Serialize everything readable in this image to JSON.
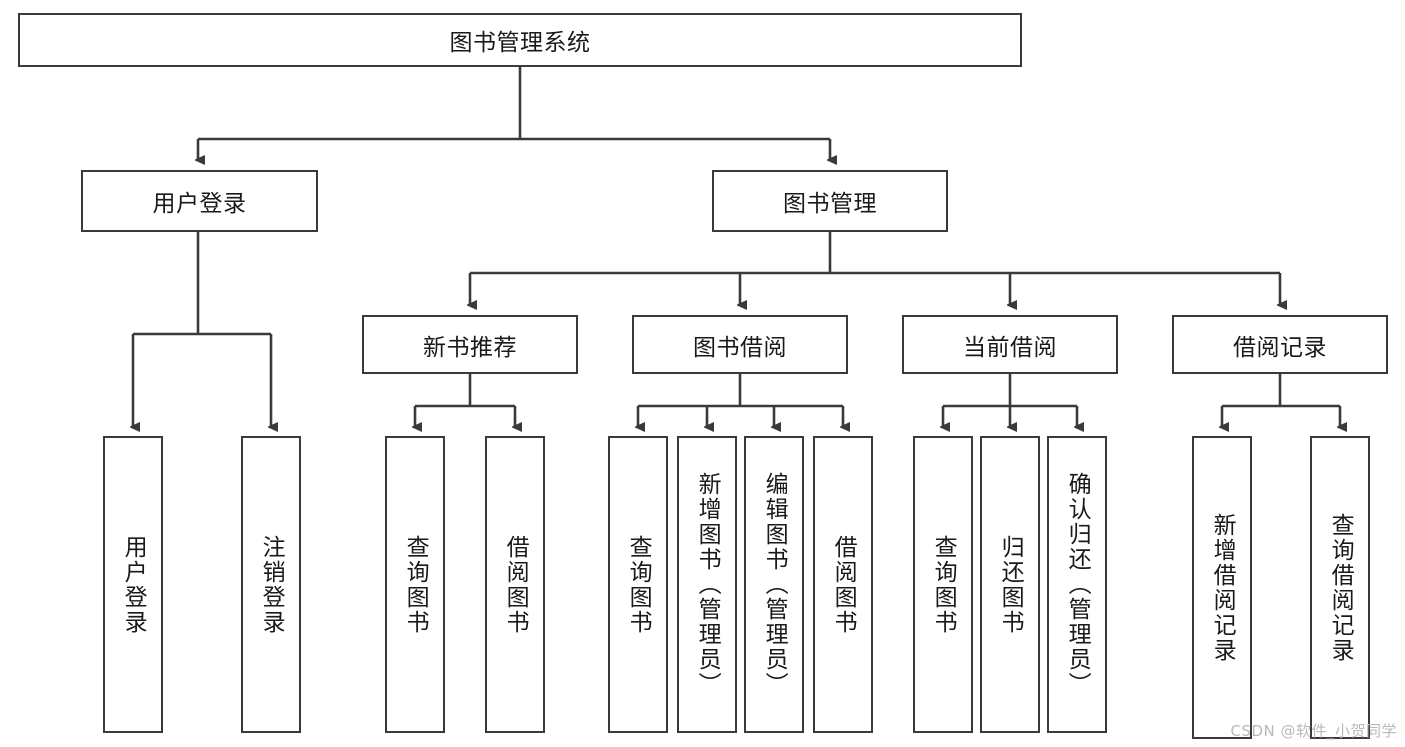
{
  "diagram": {
    "title": "图书管理系统",
    "watermark": "CSDN @软件_小贺同学",
    "line_color": "#3a3a3a",
    "box_fill": "#ffffff",
    "text_color": "#1a1a1a",
    "root": {
      "label": "图书管理系统"
    },
    "level2": [
      {
        "label": "用户登录"
      },
      {
        "label": "图书管理"
      }
    ],
    "level3": [
      {
        "label": "新书推荐"
      },
      {
        "label": "图书借阅"
      },
      {
        "label": "当前借阅"
      },
      {
        "label": "借阅记录"
      }
    ],
    "leaves": {
      "user_login": [
        {
          "label": "用户登录"
        },
        {
          "label": "注销登录"
        }
      ],
      "new_book": [
        {
          "label": "查询图书"
        },
        {
          "label": "借阅图书"
        }
      ],
      "book_borrow": [
        {
          "label": "查询图书"
        },
        {
          "label": "新增图书（管理员）"
        },
        {
          "label": "编辑图书（管理员）"
        },
        {
          "label": "借阅图书"
        }
      ],
      "current_borrow": [
        {
          "label": "查询图书"
        },
        {
          "label": "归还图书"
        },
        {
          "label": "确认归还（管理员）"
        }
      ],
      "borrow_record": [
        {
          "label": "新增借阅记录"
        },
        {
          "label": "查询借阅记录"
        }
      ]
    }
  }
}
